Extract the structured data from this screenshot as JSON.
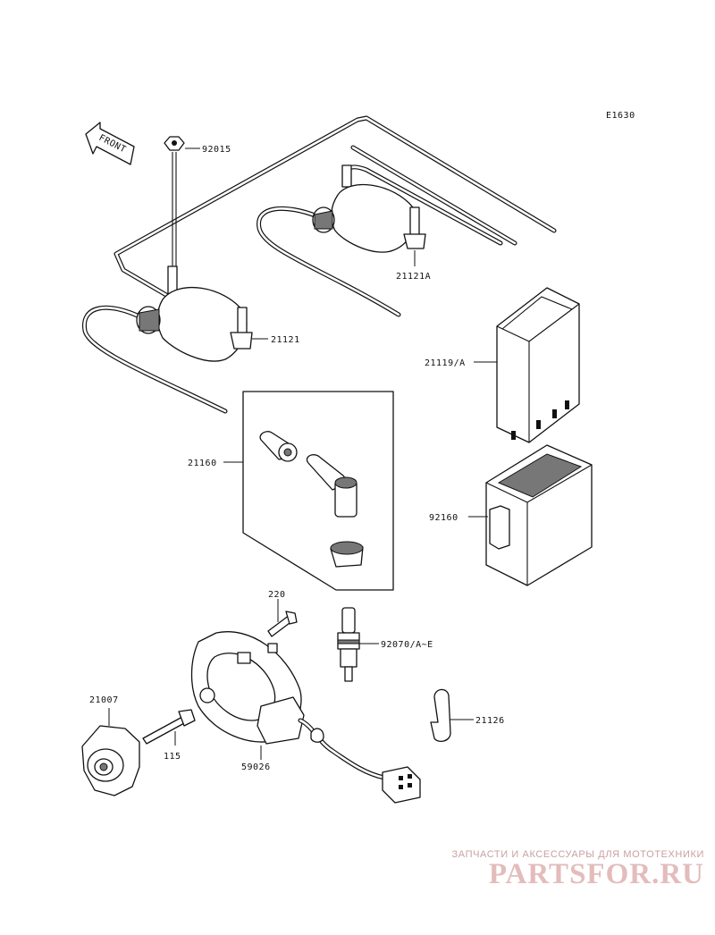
{
  "diagram_code": "E1630",
  "front_label": "FRONT",
  "parts": {
    "p92015": "92015",
    "p21121A": "21121A",
    "p21121": "21121",
    "p21119A": "21119/A",
    "p21160": "21160",
    "p92160": "92160",
    "p220": "220",
    "p92070": "92070/A~E",
    "p21007": "21007",
    "p115": "115",
    "p59026": "59026",
    "p21126": "21126"
  },
  "watermark": {
    "tagline": "ЗАПЧАСТИ И АКСЕССУАРЫ ДЛЯ МОТОТЕХНИКИ",
    "logo": "PARTSFOR.RU"
  }
}
